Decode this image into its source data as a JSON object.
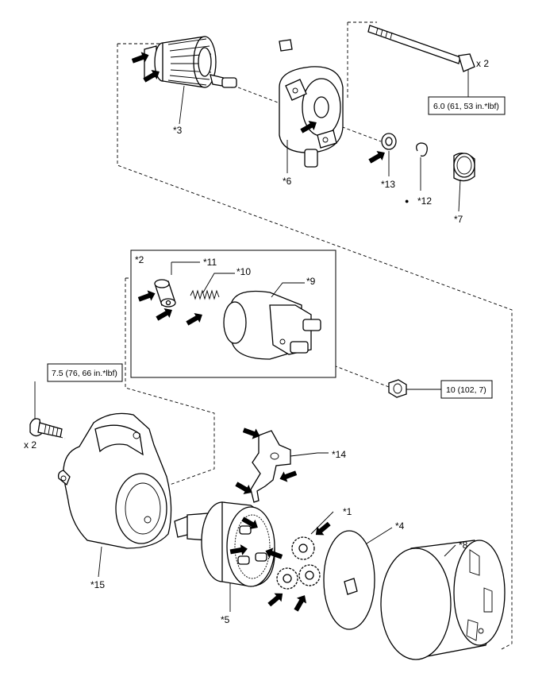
{
  "callouts": {
    "c1": "*1",
    "c2": "*2",
    "c3": "*3",
    "c4": "*4",
    "c5": "*5",
    "c6": "*6",
    "c7": "*7",
    "c8": "*8",
    "c9": "*9",
    "c10": "*10",
    "c11": "*11",
    "c12": "*12",
    "c13": "*13",
    "c14": "*14",
    "c15": "*15"
  },
  "torque_specs": {
    "through_bolt": "6.0 (61, 53 in.*lbf)",
    "bracket_bolt": "7.5 (76, 66 in.*lbf)",
    "terminal_nut": "10 (102, 7)"
  },
  "quantities": {
    "through_bolt": "x 2",
    "bracket_bolt": "x 2"
  },
  "symbols": {
    "non_reusable": "●"
  },
  "colors": {
    "line": "#000000",
    "background": "#ffffff"
  },
  "icons": {
    "lubricate_marker": "black-arrow-icon"
  }
}
